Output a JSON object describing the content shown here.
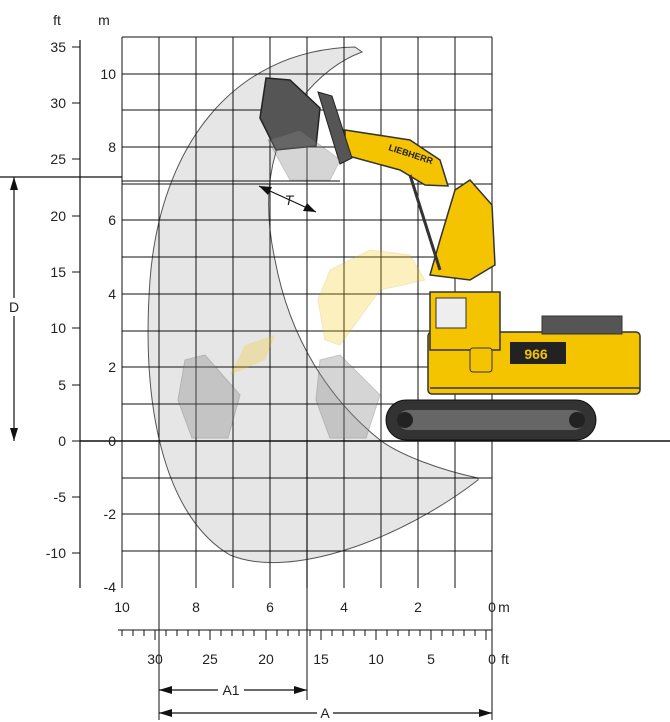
{
  "units": {
    "feet": "ft",
    "meters": "m",
    "meters_bottom": "m",
    "feet_bottom": "ft"
  },
  "left_ft_ticks": [
    "35",
    "30",
    "25",
    "20",
    "15",
    "10",
    "5",
    "0",
    "-5",
    "-10"
  ],
  "left_m_ticks": [
    "10",
    "8",
    "6",
    "4",
    "2",
    "0",
    "-2",
    "-4"
  ],
  "bottom_m_ticks": [
    "10",
    "8",
    "6",
    "4",
    "2",
    "0"
  ],
  "bottom_ft_ticks": [
    "30",
    "25",
    "20",
    "15",
    "10",
    "5",
    "0"
  ],
  "dimensions": {
    "A": "A",
    "A1": "A1",
    "D": "D",
    "T": "T"
  },
  "machine": {
    "model": "966",
    "brand": "LIEBHERR"
  },
  "colors": {
    "machine_yellow": "#f5c400",
    "machine_dark": "#333333",
    "grid": "#111111",
    "envelope_fill": "#e6e6e6"
  }
}
